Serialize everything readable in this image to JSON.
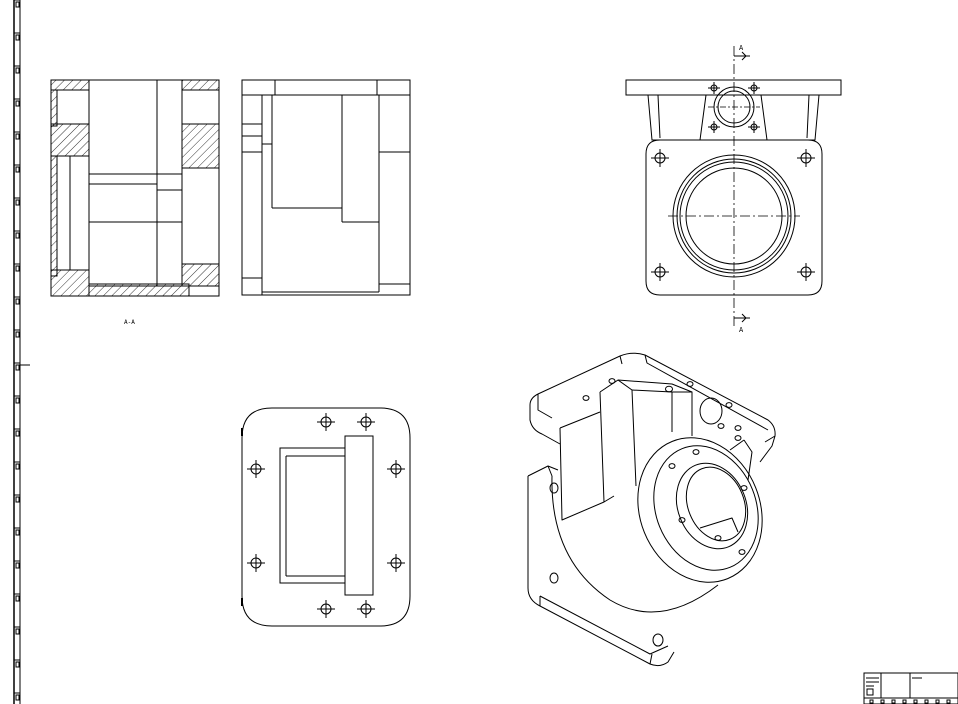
{
  "drawing": {
    "line_color": "#000000",
    "background": "#ffffff",
    "section_view_label": "A-A",
    "section_marker_top": "A",
    "section_marker_bottom": "A"
  },
  "views": [
    {
      "name": "section-view"
    },
    {
      "name": "side-view"
    },
    {
      "name": "front-view"
    },
    {
      "name": "top-view"
    },
    {
      "name": "isometric-view"
    }
  ],
  "title_block": {
    "name": "title-block"
  }
}
